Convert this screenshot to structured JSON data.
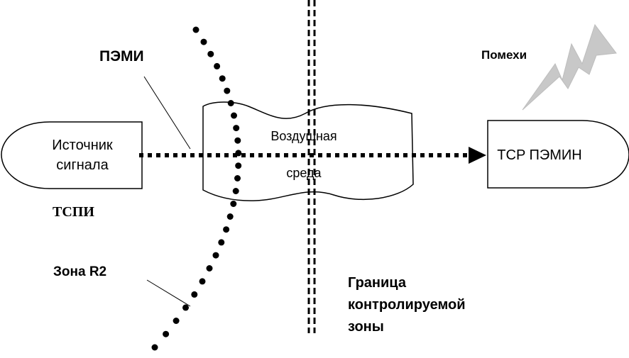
{
  "labels": {
    "pemi": "ПЭМИ",
    "pomekhi": "Помехи",
    "tspi": "ТСПИ",
    "zone_r2": "Зона  R2",
    "boundary_line1": "Граница",
    "boundary_line2": "контролируемой",
    "boundary_line3": "зоны"
  },
  "nodes": {
    "source": {
      "line1": "Источник",
      "line2": "сигнала"
    },
    "medium": {
      "line1": "Воздушная",
      "line2": "среда"
    },
    "receiver": {
      "label": "TCP ПЭМИН"
    }
  },
  "colors": {
    "stroke": "#000000",
    "lightning": "#c8c8c8",
    "background": "#ffffff"
  }
}
